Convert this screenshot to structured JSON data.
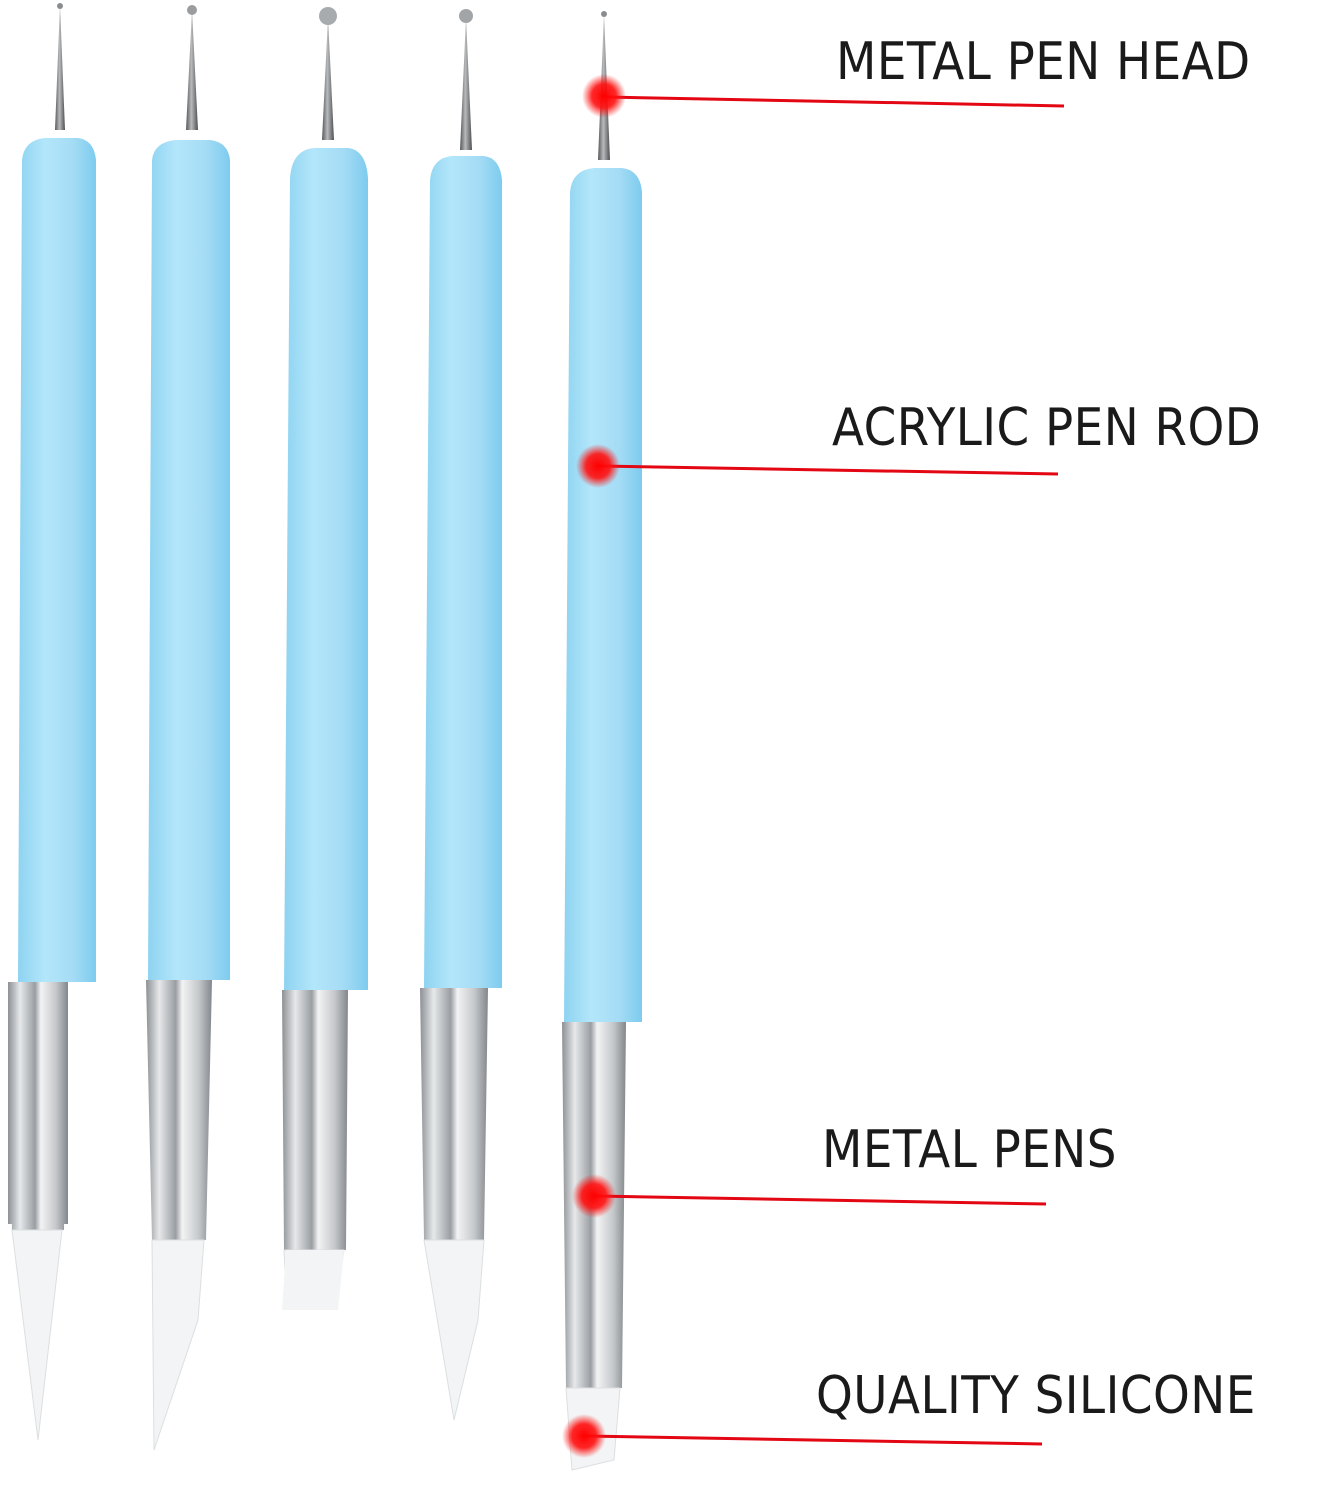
{
  "image": {
    "subject": "Set of 5 dual-ended clay sculpting / dotting pens",
    "background_color": "#ffffff"
  },
  "colors": {
    "rod": "#a9e0f7",
    "rod_shade": "#7fcdef",
    "metal": "#b9bcc0",
    "metal_dark": "#6f7377",
    "silicone": "#f1f3f4",
    "callout_red": "#e30613",
    "label_text": "#1a1a1a"
  },
  "pens": [
    {
      "index": 1,
      "tip": "fine point",
      "silicone_tip": "cone"
    },
    {
      "index": 2,
      "tip": "small ball",
      "silicone_tip": "chisel"
    },
    {
      "index": 3,
      "tip": "large ball",
      "silicone_tip": "flat"
    },
    {
      "index": 4,
      "tip": "medium ball",
      "silicone_tip": "cone"
    },
    {
      "index": 5,
      "tip": "fine point",
      "silicone_tip": "angled"
    }
  ],
  "callouts": [
    {
      "label": "METAL PEN HEAD"
    },
    {
      "label": "ACRYLIC PEN ROD"
    },
    {
      "label": "METAL PENS"
    },
    {
      "label": "QUALITY SILICONE"
    }
  ]
}
